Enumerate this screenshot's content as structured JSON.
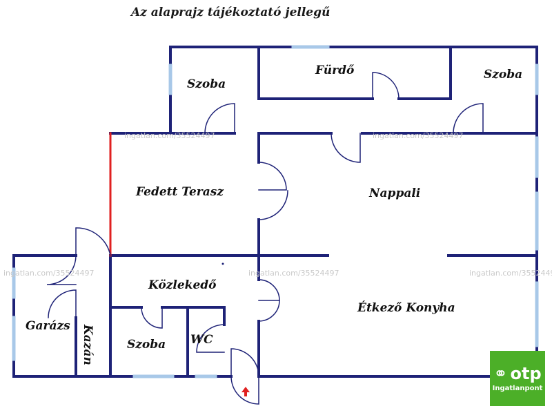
{
  "title": "Az alaprajz tájékoztató jellegű",
  "rooms": {
    "szoba_left": "Szoba",
    "furdo": "Fürdő",
    "szoba_right": "Szoba",
    "fedett_terasz": "Fedett Terasz",
    "nappali": "Nappali",
    "kozlekedo": "Közlekedő",
    "etkezo_konyha": "Étkező Konyha",
    "garazs": "Garázs",
    "kazan": "Kazán",
    "szoba_bottom": "Szoba",
    "wc": "WC"
  },
  "watermarks": [
    "ingatlan.com/35524497",
    "ingatlan.com/35524497",
    "ingatlan.com/35524497",
    "ingatlan.com/35524497",
    "ingatlan.com/35524497"
  ],
  "logo": {
    "brand": "otp",
    "sub": "Ingatlanpont"
  },
  "colors": {
    "wall": "#1e2277",
    "window": "#a8c8e8",
    "terrace_edge": "#e02020",
    "entrance_arrow": "#e02020",
    "logo_bg": "#4caf28"
  }
}
